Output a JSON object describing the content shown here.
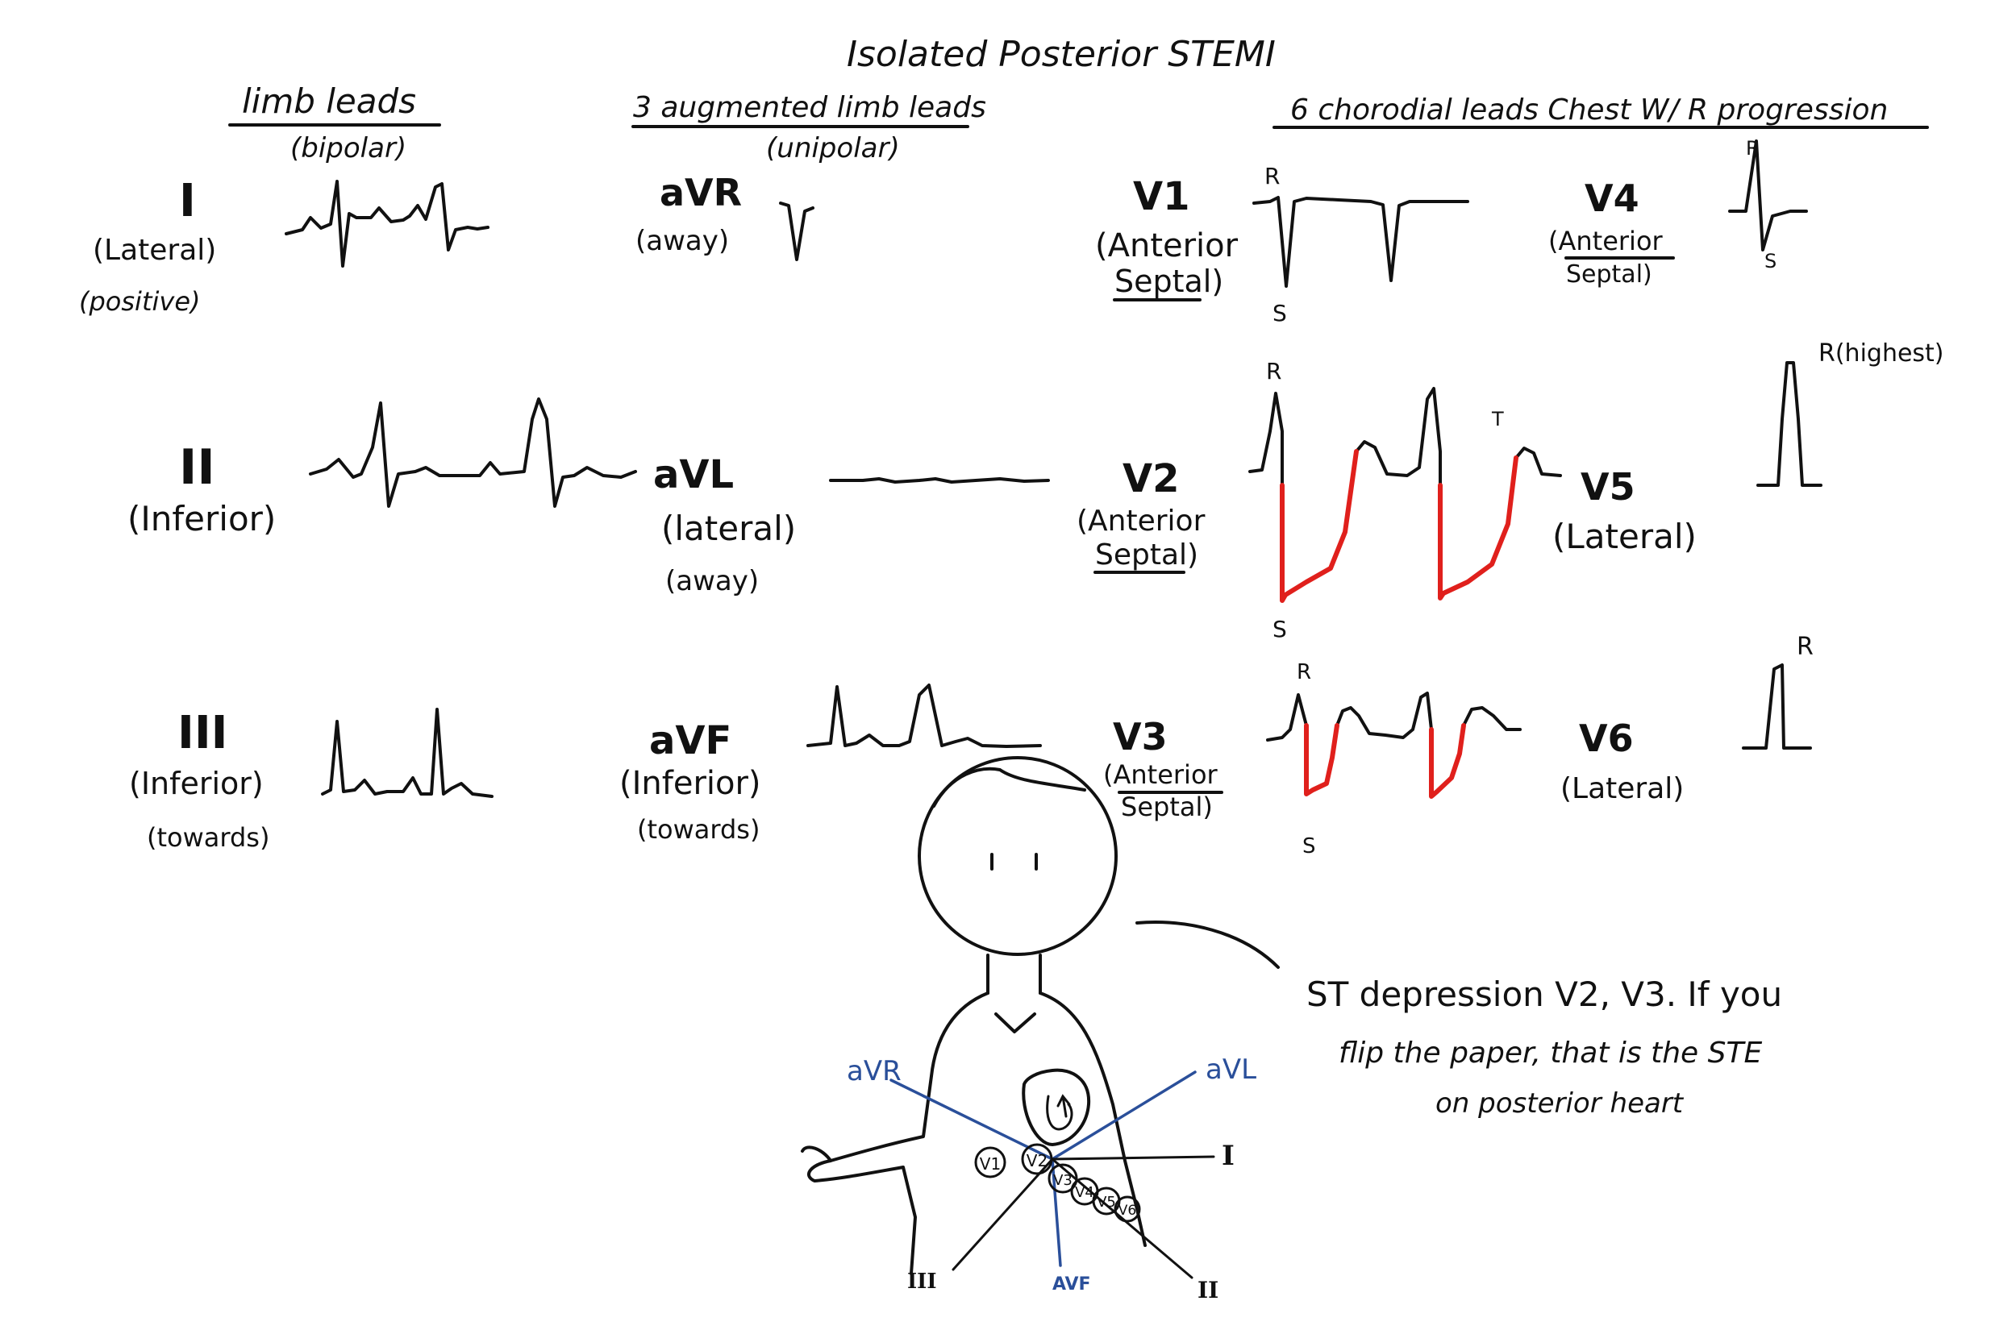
{
  "title": "Isolated Posterior STEMI",
  "headers": {
    "limb": {
      "title": "limb leads",
      "subtitle": "(bipolar)"
    },
    "augmented": {
      "title": "3 augmented limb leads",
      "subtitle": "(unipolar)"
    },
    "chest": {
      "title": "6 chorodial leads Chest W/ R progression"
    }
  },
  "leads": {
    "I": {
      "label": "I",
      "desc1": "(Lateral)",
      "desc2": "(positive)"
    },
    "II": {
      "label": "II",
      "desc1": "(Inferior)"
    },
    "III": {
      "label": "III",
      "desc1": "(Inferior)",
      "desc2": "(towards)"
    },
    "aVR": {
      "label": "aVR",
      "desc1": "(away)"
    },
    "aVL": {
      "label": "aVL",
      "desc1": "(lateral)",
      "desc2": "(away)"
    },
    "aVF": {
      "label": "aVF",
      "desc1": "(Inferior)",
      "desc2": "(towards)"
    },
    "V1": {
      "label": "V1",
      "desc1": "(Anterior",
      "desc2": "Septal)"
    },
    "V2": {
      "label": "V2",
      "desc1": "(Anterior",
      "desc2": "Septal)"
    },
    "V3": {
      "label": "V3",
      "desc1": "(Anterior",
      "desc2": "Septal)"
    },
    "V4": {
      "label": "V4",
      "desc1": "(Anterior",
      "desc2": "Septal)"
    },
    "V5": {
      "label": "V5",
      "desc1": "(Lateral)"
    },
    "V6": {
      "label": "V6",
      "desc1": "(Lateral)"
    }
  },
  "wave_labels": {
    "R": "R",
    "S": "S",
    "T": "T",
    "R_highest": "R(highest)"
  },
  "note": {
    "line1": "ST depression V2, V3. If you",
    "line2": "flip the paper, that is the STE",
    "line3": "on posterior heart"
  },
  "figure": {
    "axes": {
      "aVR": "aVR",
      "aVL": "aVL",
      "I": "I",
      "II": "II",
      "III": "III",
      "aVF": "AVF"
    },
    "chest_positions": [
      "V1",
      "V2",
      "V3",
      "V4",
      "V5",
      "V6"
    ]
  },
  "colors": {
    "ink": "#111111",
    "st_depression": "#e0201c",
    "axis_blue": "#2a4f9a"
  }
}
